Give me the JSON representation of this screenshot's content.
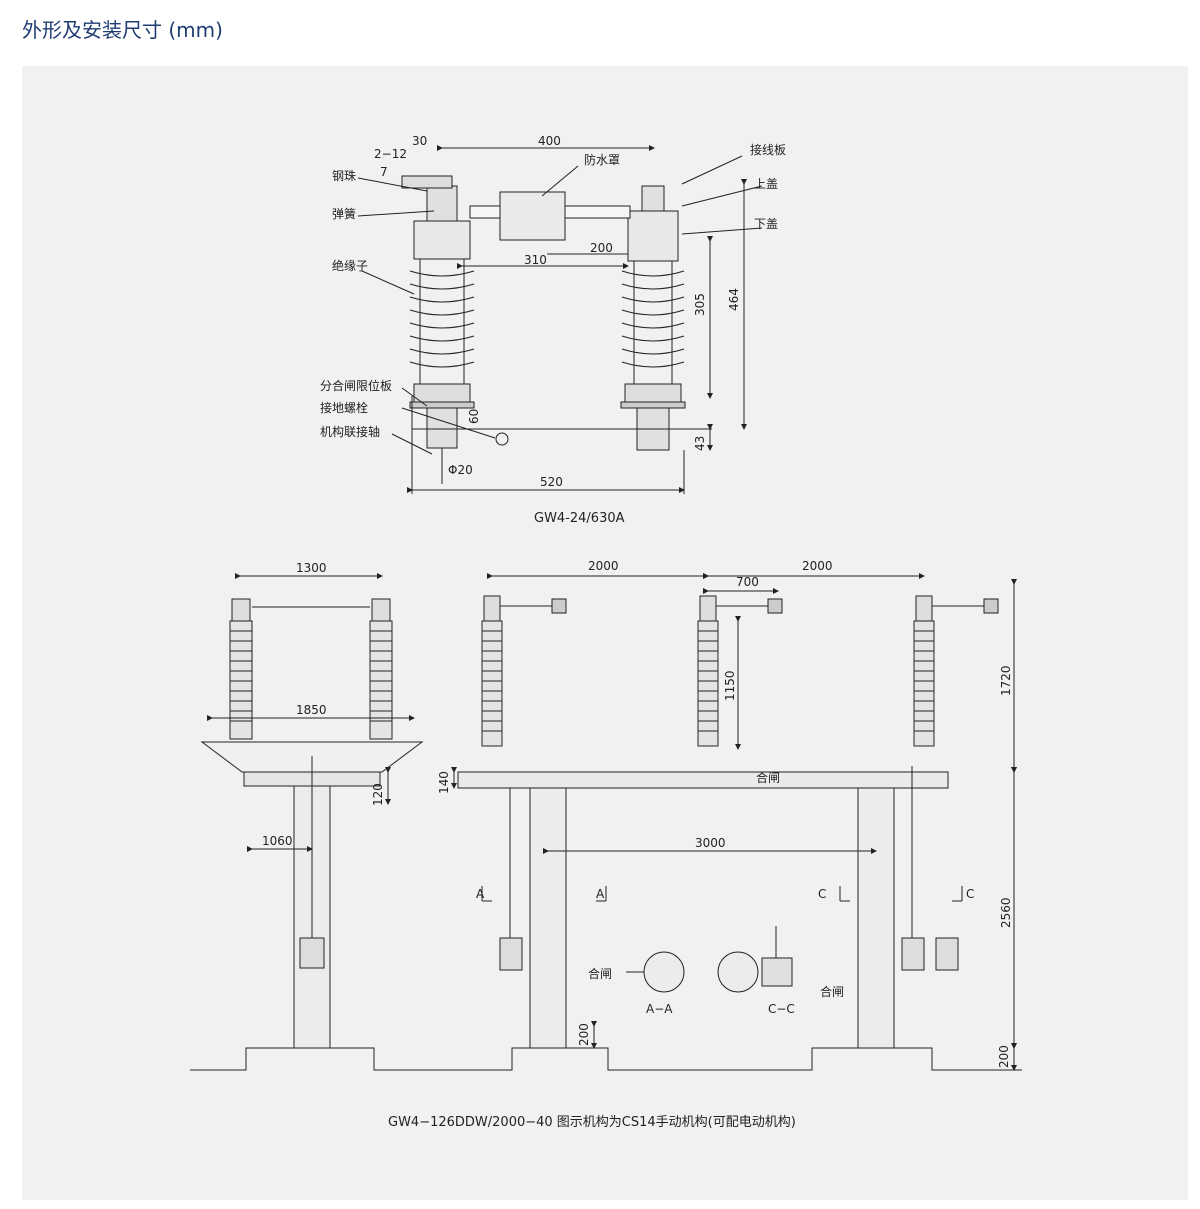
{
  "page": {
    "title": "外形及安装尺寸 (mm)"
  },
  "top_drawing": {
    "caption": "GW4-24/630A",
    "labels": {
      "steel_ball": "钢珠",
      "spring": "弹簧",
      "insulator": "绝缘子",
      "limit_plate": "分合闸限位板",
      "ground_bolt": "接地螺栓",
      "linkage_shaft": "机构联接轴",
      "water_cover": "防水罩",
      "terminal_plate": "接线板",
      "upper_cover": "上盖",
      "lower_cover": "下盖"
    },
    "dims": {
      "d400": "400",
      "d30": "30",
      "d2_12": "2−12",
      "d7": "7",
      "d310": "310",
      "d200": "200",
      "d305": "305",
      "d464": "464",
      "d60": "60",
      "d43": "43",
      "d_phi20": "Φ20",
      "d520": "520"
    }
  },
  "bottom_drawing": {
    "caption": "GW4−126DDW/2000−40 图示机构为CS14手动机构(可配电动机构)",
    "dims": {
      "d1300": "1300",
      "d1850": "1850",
      "d120": "120",
      "d1060": "1060",
      "d2000a": "2000",
      "d2000b": "2000",
      "d700": "700",
      "d1150": "1150",
      "d1720": "1720",
      "d140": "140",
      "d3000": "3000",
      "d2560": "2560",
      "d200a": "200",
      "d200b": "200"
    },
    "sections": {
      "a_left": "A",
      "a_right": "A",
      "c_left": "C",
      "c_right": "C",
      "aa": "A−A",
      "cc": "C−C",
      "close_left": "合闸",
      "close_right": "合闸",
      "close_base": "合闸"
    }
  }
}
